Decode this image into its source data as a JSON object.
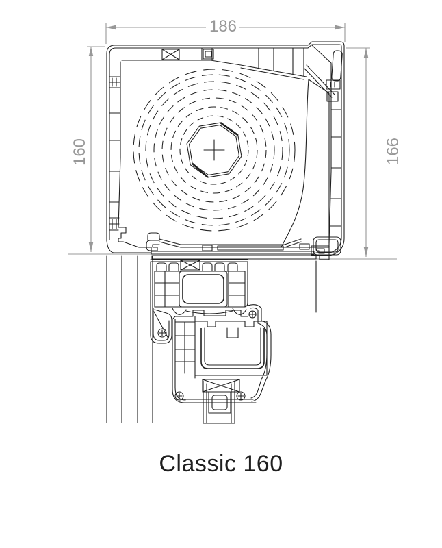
{
  "drawing": {
    "title": "Classic 160",
    "dimensions": {
      "top_width": "186",
      "left_height": "160",
      "right_height": "166"
    }
  },
  "colors": {
    "background": "#ffffff",
    "line": "#202020",
    "dimension": "#989898",
    "title_text": "#1f1f1f"
  }
}
